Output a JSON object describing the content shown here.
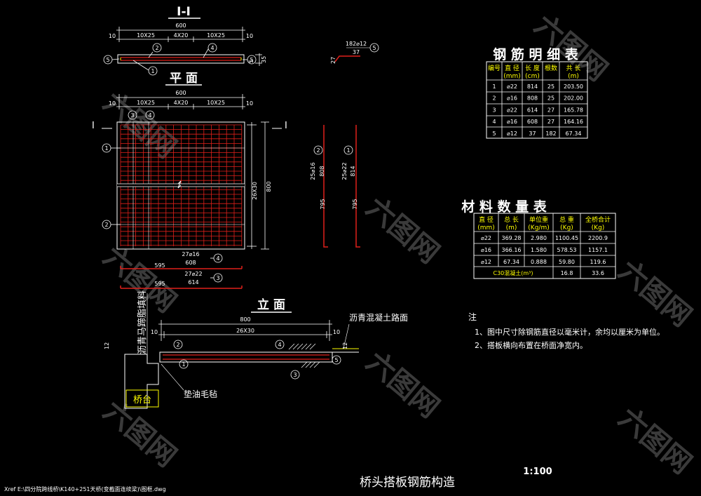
{
  "titles": {
    "section_ii": "I-I",
    "plan": "平 面",
    "elevation": "立 面",
    "main": "桥头搭板钢筋构造",
    "scale": "1:100",
    "xref": "Xref E:\\四分院跨线桥\\K140+251天桥(变截面连续梁)\\图框.dwg"
  },
  "section_dims": {
    "total": "600",
    "edge": "10",
    "seg1": "10X25",
    "seg2": "4X20",
    "seg3": "10X25",
    "h1": "35",
    "h2": "5"
  },
  "plan_dims": {
    "total": "600",
    "edge": "10",
    "seg1": "10X25",
    "seg2": "4X20",
    "seg3": "10X25",
    "height": "800",
    "spacing": "26X30",
    "section_mark": "I",
    "bar4_label": "27⌀16",
    "bar4_len": "608",
    "bar4_span": "595",
    "bar3_label": "27⌀22",
    "bar3_len": "614",
    "bar3_span": "595"
  },
  "bar5_detail": {
    "label": "182⌀12",
    "len": "37",
    "leg": "27"
  },
  "bar2_detail": {
    "label": "25⌀16",
    "len": "808",
    "leg": "795"
  },
  "bar1_detail": {
    "label": "25⌀22",
    "len": "814",
    "leg": "795"
  },
  "elev_dims": {
    "total": "800",
    "spacing": "26X30",
    "edge": "10",
    "h": "12"
  },
  "elev_labels": {
    "asphalt_fill": "沥青马蹄脂填料",
    "road": "沥青混凝土路面",
    "felt": "垫油毛毡",
    "abutment": "桥台"
  },
  "bubbles": {
    "b1": "1",
    "b2": "2",
    "b3": "3",
    "b4": "4",
    "b5": "5"
  },
  "rebar_table": {
    "title": "钢 筋 明 细 表",
    "headers": [
      "编号",
      "直 径\n(mm)",
      "长 度\n(cm)",
      "根数",
      "共 长\n(m)"
    ],
    "rows": [
      [
        "1",
        "⌀22",
        "814",
        "25",
        "203.50"
      ],
      [
        "2",
        "⌀16",
        "808",
        "25",
        "202.00"
      ],
      [
        "3",
        "⌀22",
        "614",
        "27",
        "165.78"
      ],
      [
        "4",
        "⌀16",
        "608",
        "27",
        "164.16"
      ],
      [
        "5",
        "⌀12",
        "37",
        "182",
        "67.34"
      ]
    ]
  },
  "material_table": {
    "title": "材 料 数 量 表",
    "headers": [
      "直 径\n(mm)",
      "总 长\n(m)",
      "单位重\n(Kg/m)",
      "总 重\n(Kg)",
      "全桥合计\n(Kg)"
    ],
    "rows": [
      [
        "⌀22",
        "369.28",
        "2.980",
        "1100.45",
        "2200.9"
      ],
      [
        "⌀16",
        "366.16",
        "1.580",
        "578.53",
        "1157.1"
      ],
      [
        "⌀12",
        "67.34",
        "0.888",
        "59.80",
        "119.6"
      ]
    ],
    "concrete": [
      "C30混凝土(m³)",
      "16.8",
      "33.6"
    ]
  },
  "notes": {
    "title": "注",
    "items": [
      "1、图中尺寸除钢筋直径以毫米计，余均以厘米为单位。",
      "2、搭板横向布置在桥面净宽内。"
    ]
  },
  "watermark": "六图网",
  "colors": {
    "rebar": "#e0201a",
    "accent": "#ffff00",
    "outline": "#ffffff",
    "background": "#000000"
  }
}
